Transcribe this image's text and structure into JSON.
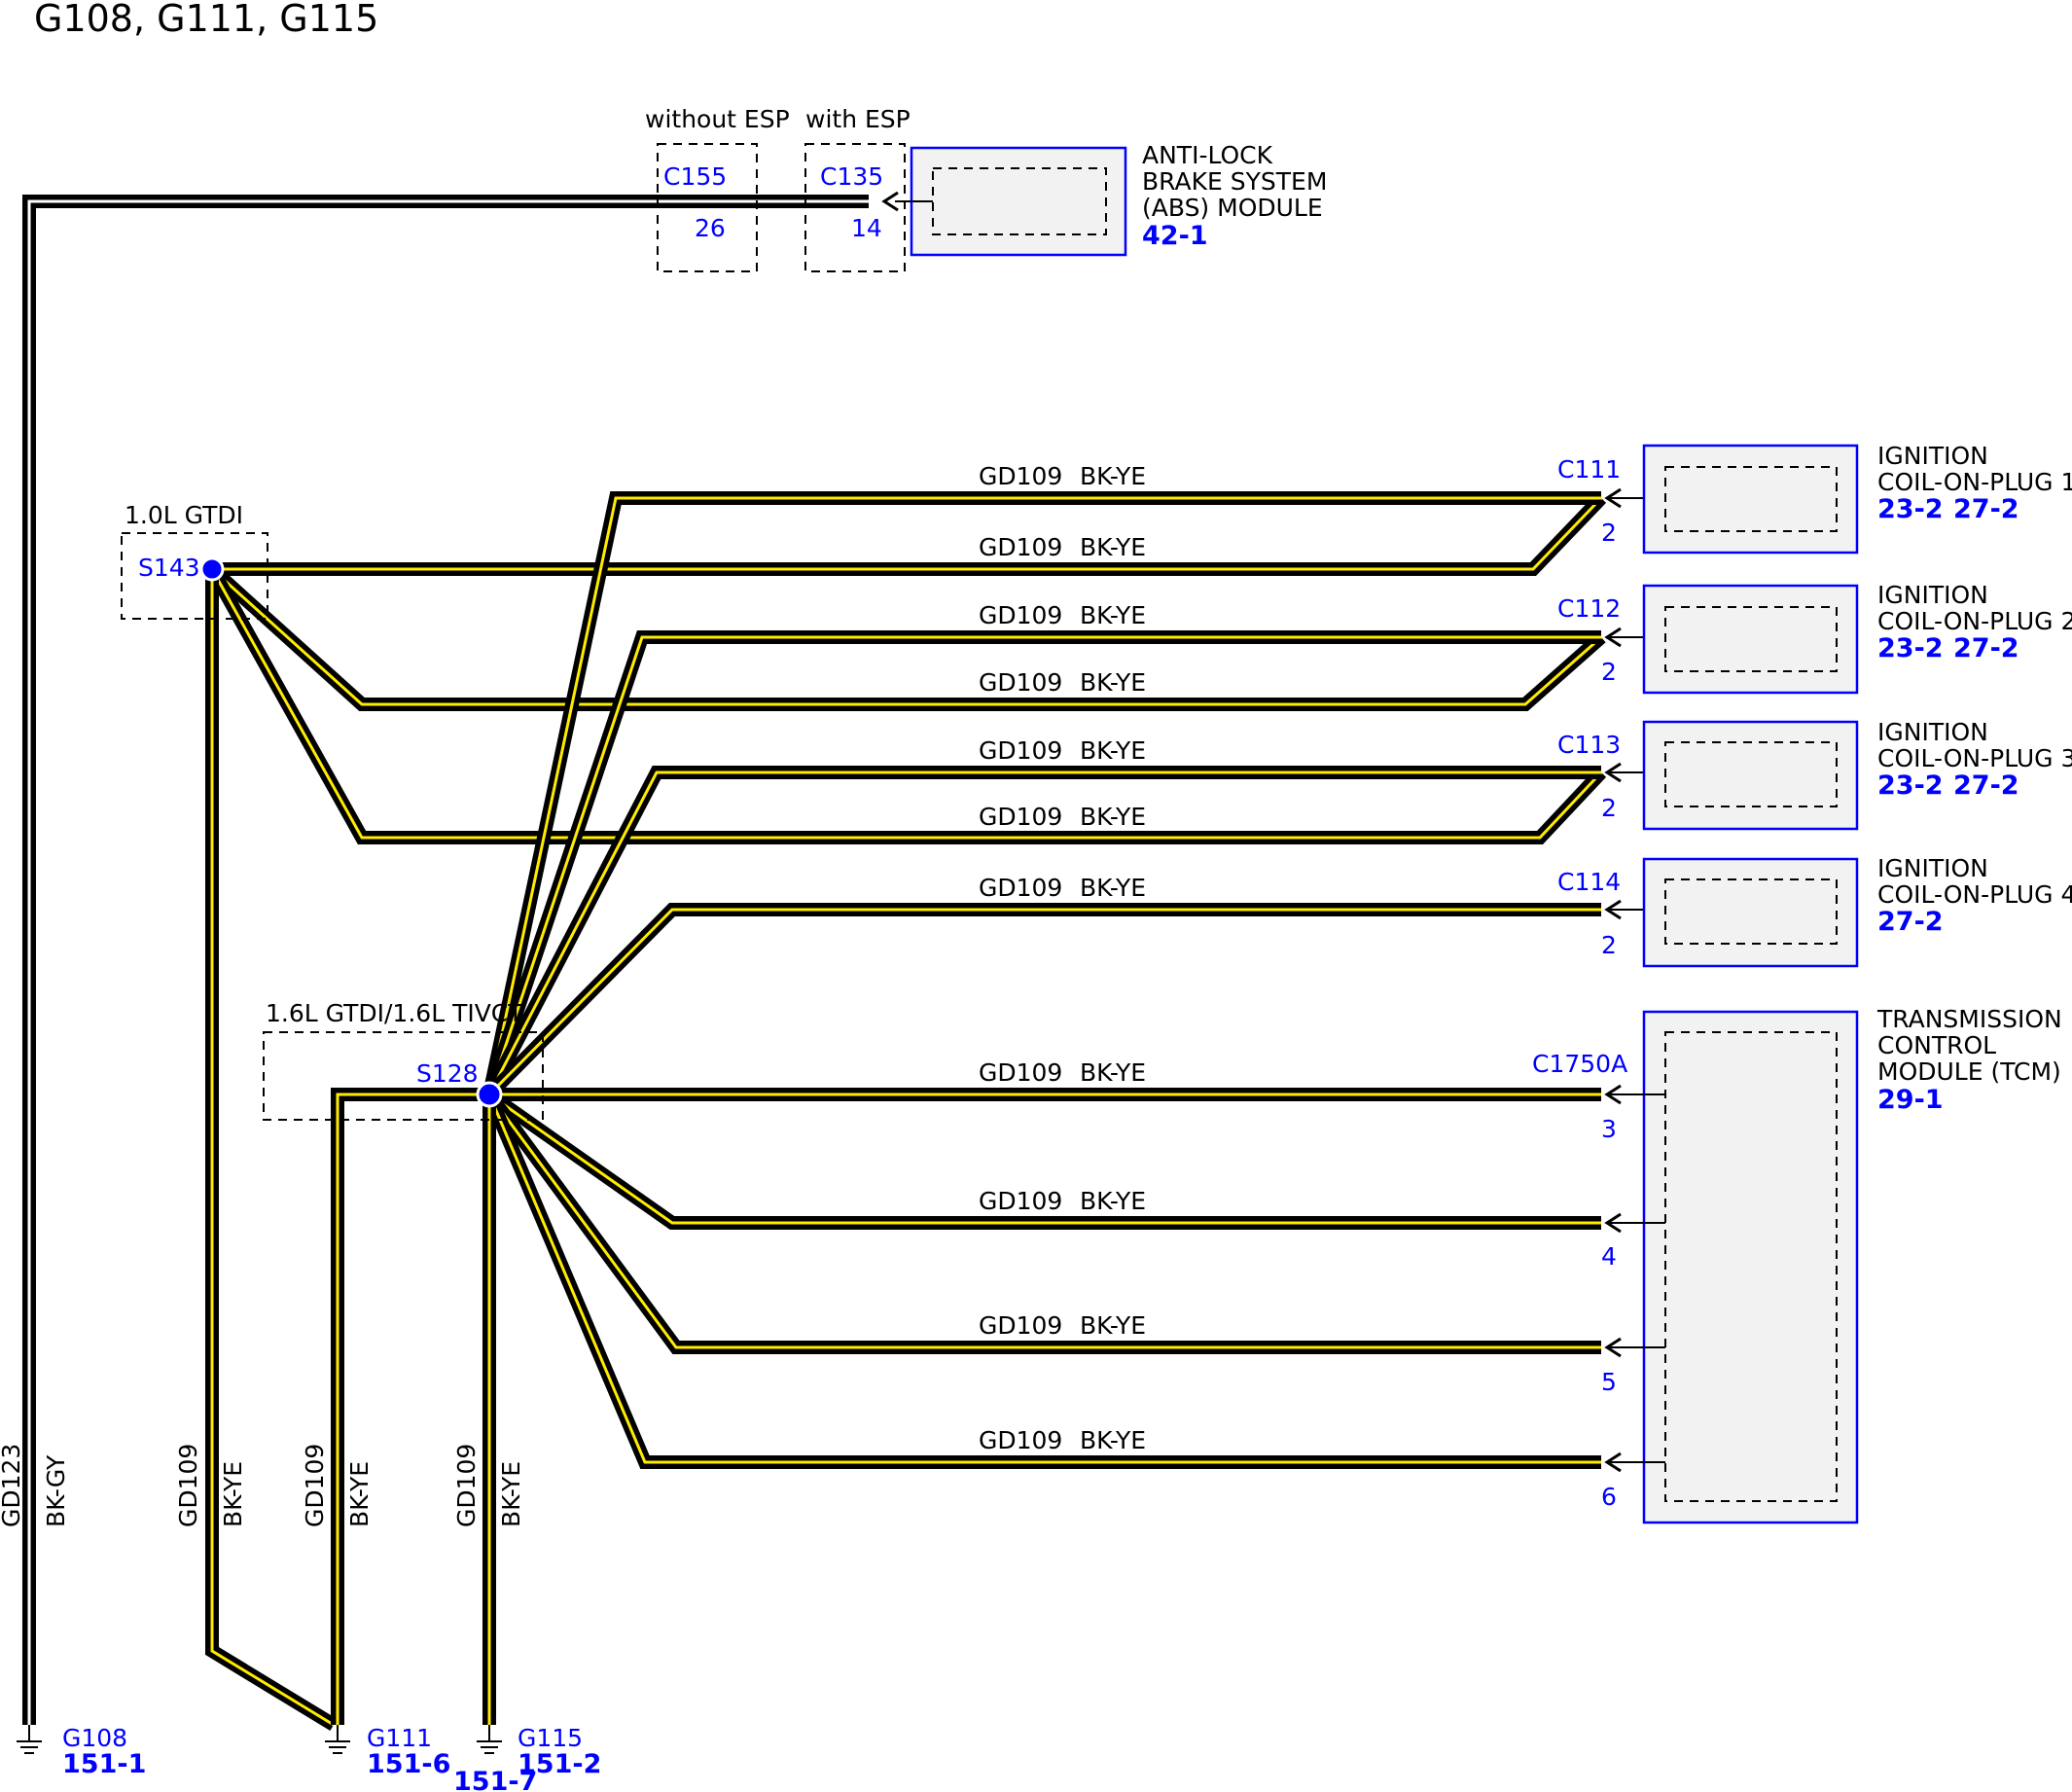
{
  "title": "G108, G111, G115",
  "abs": {
    "variant_without": "without ESP",
    "variant_with": "with ESP",
    "conn_without": "C155",
    "pin_without": "26",
    "conn_with": "C135",
    "pin_with": "14",
    "name_l1": "ANTI-LOCK",
    "name_l2": "BRAKE SYSTEM",
    "name_l3": "(ABS) MODULE",
    "ref": "42-1"
  },
  "splice_s143": {
    "id": "S143",
    "variant": "1.0L GTDI"
  },
  "splice_s128": {
    "id": "S128",
    "variant": "1.6L GTDI/1.6L TIVCT"
  },
  "wire_labels": {
    "circuit": "GD109",
    "color": "BK-YE"
  },
  "coils": [
    {
      "conn": "C111",
      "pin": "2",
      "name_l1": "IGNITION",
      "name_l2": "COIL-ON-PLUG 1",
      "ref1": "23-2",
      "ref2": "27-2"
    },
    {
      "conn": "C112",
      "pin": "2",
      "name_l1": "IGNITION",
      "name_l2": "COIL-ON-PLUG 2",
      "ref1": "23-2",
      "ref2": "27-2"
    },
    {
      "conn": "C113",
      "pin": "2",
      "name_l1": "IGNITION",
      "name_l2": "COIL-ON-PLUG 3",
      "ref1": "23-2",
      "ref2": "27-2"
    },
    {
      "conn": "C114",
      "pin": "2",
      "name_l1": "IGNITION",
      "name_l2": "COIL-ON-PLUG 4",
      "ref1": "27-2"
    }
  ],
  "tcm": {
    "conn": "C1750A",
    "pins": [
      "3",
      "4",
      "5",
      "6"
    ],
    "name_l1": "TRANSMISSION",
    "name_l2": "CONTROL",
    "name_l3": "MODULE (TCM)",
    "ref": "29-1"
  },
  "vertical_wires": [
    {
      "circuit": "GD123",
      "color": "BK-GY"
    },
    {
      "circuit": "GD109",
      "color": "BK-YE"
    },
    {
      "circuit": "GD109",
      "color": "BK-YE"
    },
    {
      "circuit": "GD109",
      "color": "BK-YE"
    }
  ],
  "grounds": [
    {
      "id": "G108",
      "ref": "151-1"
    },
    {
      "id": "G111",
      "ref": "151-6"
    },
    {
      "id": "G115",
      "ref": "151-2",
      "ref_below": "151-7"
    }
  ],
  "colors": {
    "wire_outline": "#000000",
    "wire_tracer": "#ffeb00",
    "label_blue": "#0000ff",
    "component_fill": "#f2f2f2",
    "splice_dot": "#0000ff"
  }
}
